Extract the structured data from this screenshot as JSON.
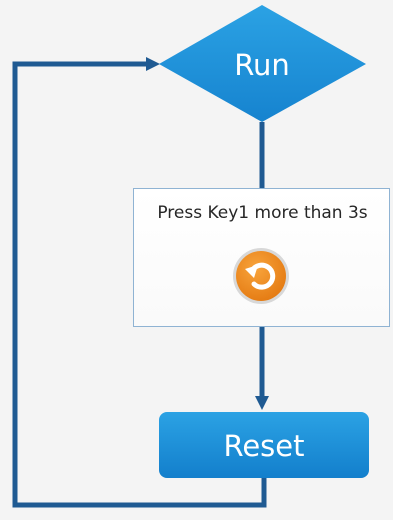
{
  "nodes": {
    "run": {
      "label": "Run"
    },
    "note": {
      "label": "Press Key1 more than 3s"
    },
    "reset": {
      "label": "Reset"
    }
  },
  "icons": {
    "reset_icon": "refresh-icon"
  },
  "colors": {
    "node_fill": "#1d8fd6",
    "connector": "#1f5a92",
    "icon_orange": "#f08a1c",
    "background": "#f4f4f4"
  }
}
